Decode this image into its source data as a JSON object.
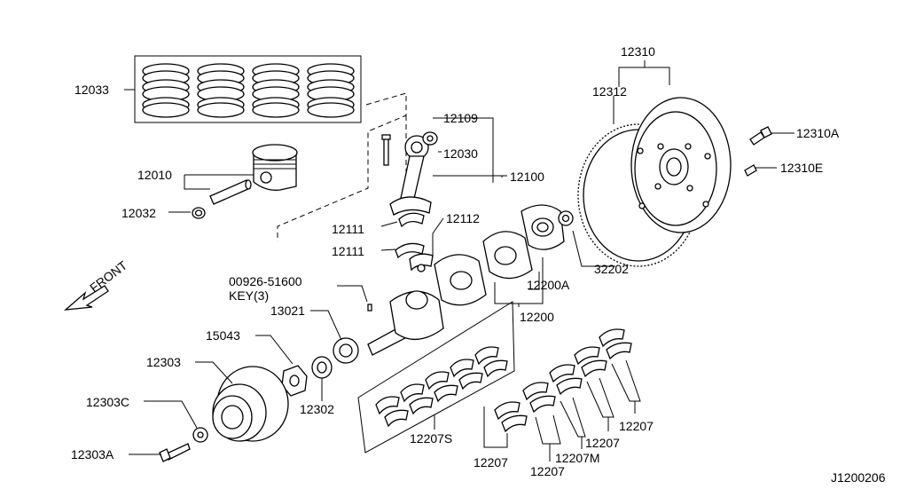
{
  "diagram": {
    "ref_code": "J1200206",
    "front_label": "FRONT",
    "key_label": "KEY(3)",
    "labels": {
      "p12033": "12033",
      "p12010": "12010",
      "p12032": "12032",
      "p12109": "12109",
      "p12030": "12030",
      "p12100": "12100",
      "p12111a": "12111",
      "p12111b": "12111",
      "p12112": "12112",
      "p00926": "00926-51600",
      "p13021": "13021",
      "p15043": "15043",
      "p12303": "12303",
      "p12303C": "12303C",
      "p12303A": "12303A",
      "p12302": "12302",
      "p12207S": "12207S",
      "p12200A": "12200A",
      "p12200": "12200",
      "p32202": "32202",
      "p12310": "12310",
      "p12312": "12312",
      "p12310A": "12310A",
      "p12310E": "12310E",
      "p12207a": "12207",
      "p12207b": "12207",
      "p12207c": "12207",
      "p12207d": "12207",
      "p12207M": "12207M"
    }
  }
}
